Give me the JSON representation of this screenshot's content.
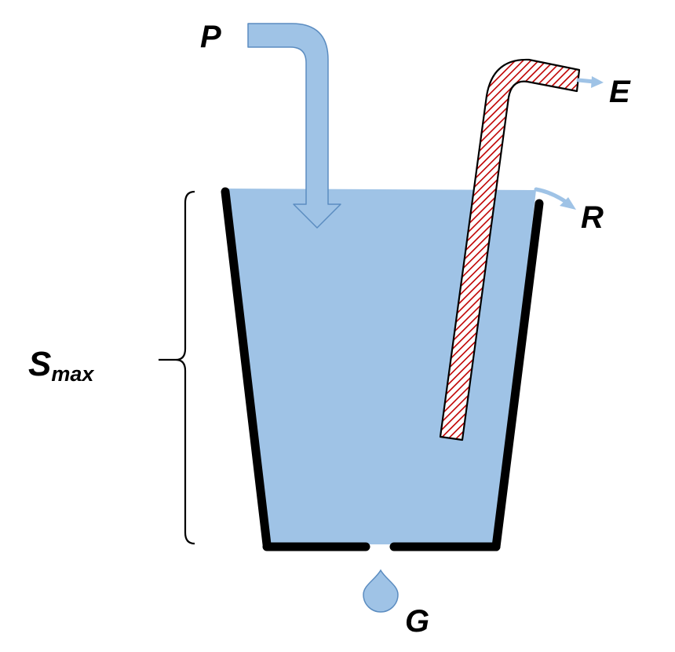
{
  "labels": {
    "precipitation": "P",
    "evaporation": "E",
    "runoff": "R",
    "groundwater": "G",
    "storage_main": "S",
    "storage_sub": "max"
  },
  "colors": {
    "water": "#9fc3e6",
    "water_edge": "#5b8cc0",
    "wall": "#000000",
    "straw_stripe": "#c00000",
    "straw_fill": "#ffffff"
  }
}
